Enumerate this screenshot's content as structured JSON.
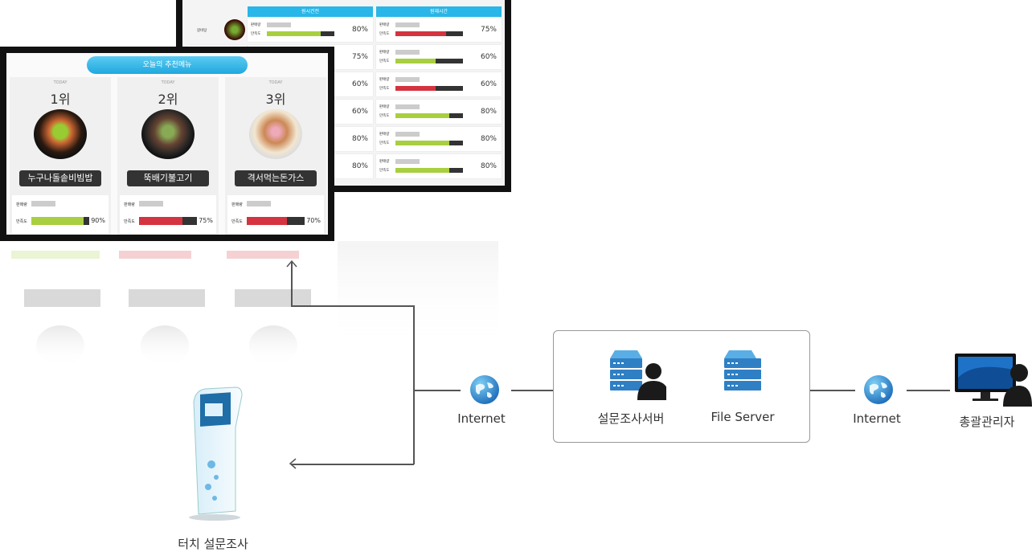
{
  "back_screen": {
    "col1_header": "원시건전",
    "col2_header": "원재시간",
    "first_item": "갈비탕",
    "labels": {
      "sales": "판매량",
      "satisfaction": "만족도"
    },
    "rows": [
      {
        "left_pct": "80%",
        "right_pct": "75%",
        "left_fill": "80%",
        "right_fill": "75%",
        "left_color": "#a8cf3f",
        "right_color": "#d4343f"
      },
      {
        "left_pct": "75%",
        "right_pct": "60%",
        "left_fill": "75%",
        "right_fill": "60%",
        "left_color": "#a8cf3f",
        "right_color": "#a8cf3f"
      },
      {
        "left_pct": "60%",
        "right_pct": "60%",
        "left_fill": "60%",
        "right_fill": "60%",
        "left_color": "#a8cf3f",
        "right_color": "#d4343f"
      },
      {
        "left_pct": "60%",
        "right_pct": "80%",
        "left_fill": "60%",
        "right_fill": "80%",
        "left_color": "#a8cf3f",
        "right_color": "#a8cf3f"
      },
      {
        "left_pct": "80%",
        "right_pct": "80%",
        "left_fill": "80%",
        "right_fill": "80%",
        "left_color": "#a8cf3f",
        "right_color": "#a8cf3f"
      },
      {
        "left_pct": "80%",
        "right_pct": "80%",
        "left_fill": "80%",
        "right_fill": "80%",
        "left_color": "#a8cf3f",
        "right_color": "#a8cf3f"
      }
    ]
  },
  "front_screen": {
    "title": "오늘의 추천메뉴",
    "today": "TODAY",
    "sales_label": "판매량",
    "satisfaction_label": "만족도",
    "cards": [
      {
        "rank": "1위",
        "name": "누구나돌솥비빔밥",
        "pct": "90%",
        "fill": 0.9,
        "color": "#a8cf3f"
      },
      {
        "rank": "2위",
        "name": "뚝배기불고기",
        "pct": "75%",
        "fill": 0.75,
        "color": "#d4343f"
      },
      {
        "rank": "3위",
        "name": "격서먹는돈가스",
        "pct": "70%",
        "fill": 0.7,
        "color": "#d4343f"
      }
    ]
  },
  "diagram": {
    "internet_left": "Internet",
    "survey_server": "설문조사서버",
    "file_server": "File Server",
    "internet_right": "Internet",
    "admin": "총괄관리자",
    "kiosk": "터치 설문조사"
  },
  "colors": {
    "accent": "#29b6e8",
    "green": "#a8cf3f",
    "red": "#d4343f",
    "server_blue": "#2f7fc4"
  }
}
